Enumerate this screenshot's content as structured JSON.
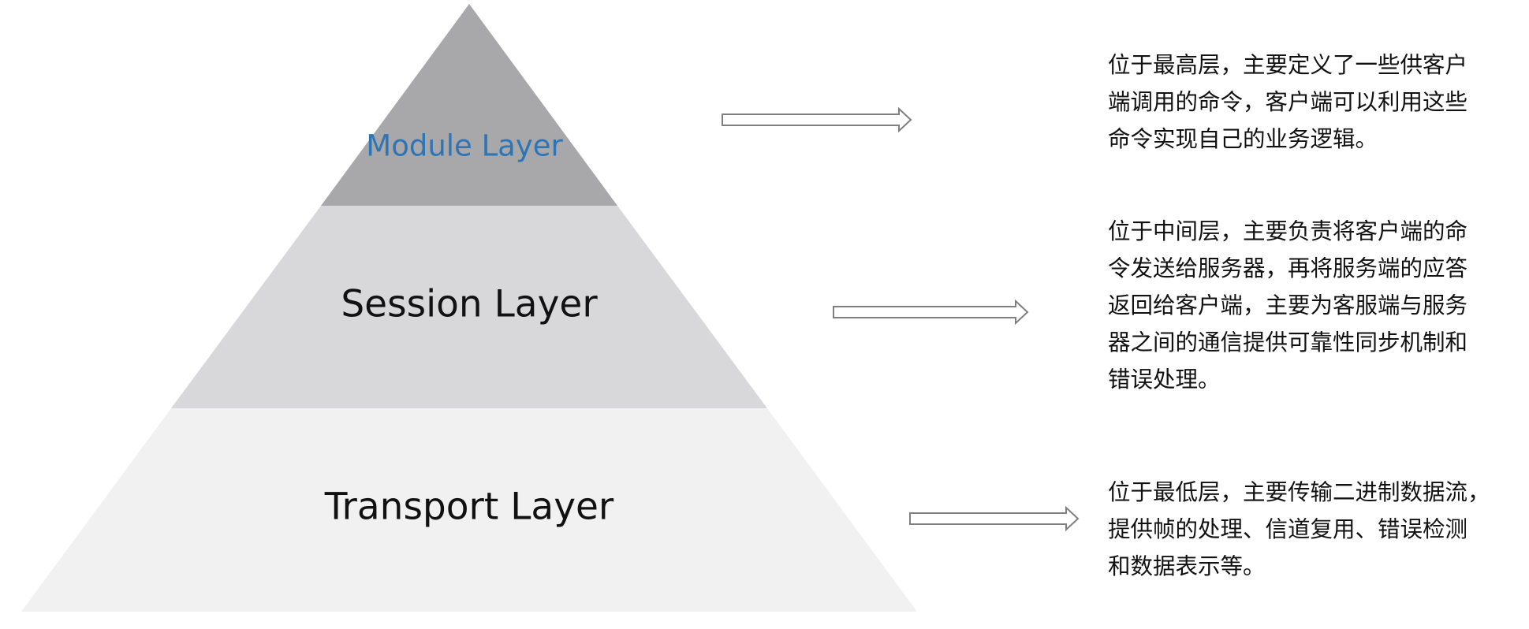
{
  "layers": [
    {
      "name": "Module Layer",
      "fill": "#a8a8aa",
      "text_color": "#2e75b6",
      "description": [
        "位于最高层，主要定义了一些供客户",
        "端调用的命令，客户端可以利用这些",
        "命令实现自己的业务逻辑。"
      ]
    },
    {
      "name": "Session Layer",
      "fill": "#d8d8da",
      "text_color": "#111111",
      "description": [
        "位于中间层，主要负责将客户端的命",
        "令发送给服务器，再将服务端的应答",
        "返回给客户端，主要为客服端与服务",
        "器之间的通信提供可靠性同步机制和",
        "错误处理。"
      ]
    },
    {
      "name": "Transport Layer",
      "fill": "#f1f1f1",
      "text_color": "#111111",
      "description": [
        "位于最低层，主要传输二进制数据流，",
        "提供帧的处理、信道复用、错误检测",
        "和数据表示等。"
      ]
    }
  ],
  "arrow_color": "#7f7f7f"
}
